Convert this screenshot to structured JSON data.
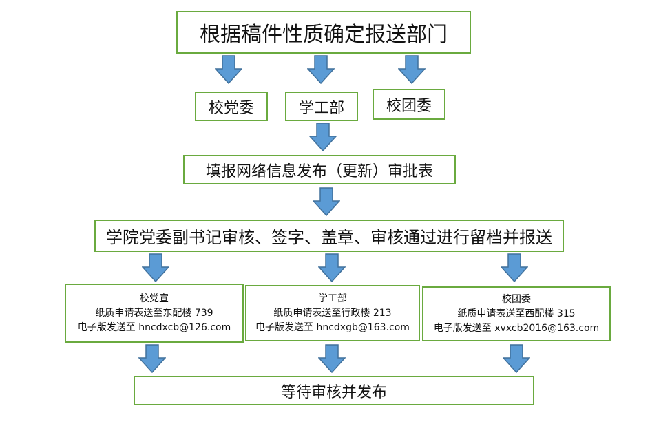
{
  "title_box": "根据稿件性质确定报送部门",
  "departments": [
    "校党委",
    "学工部",
    "校团委"
  ],
  "form_box": "填报网络信息发布（更新）审批表",
  "approval_box": "学院党委副书记审核、签字、盖章、审核通过进行留档并报送",
  "submit_boxes": [
    {
      "name": "校党宣",
      "paper": "纸质申请表送至东配楼 739",
      "email": "电子版发送至 hncdxcb@126.com"
    },
    {
      "name": "学工部",
      "paper": "纸质申请表送至行政楼 213",
      "email": "电子版发送至 hncdxgb@163.com"
    },
    {
      "name": "校团委",
      "paper": "纸质申请表送至西配楼 315",
      "email": "电子版发送至 xvxcb2016@163.com"
    }
  ],
  "final_box": "等待审核并发布",
  "colors": {
    "border": "#6aaa3f",
    "arrow_fill": "#5b9bd5",
    "arrow_stroke": "#41719c"
  }
}
